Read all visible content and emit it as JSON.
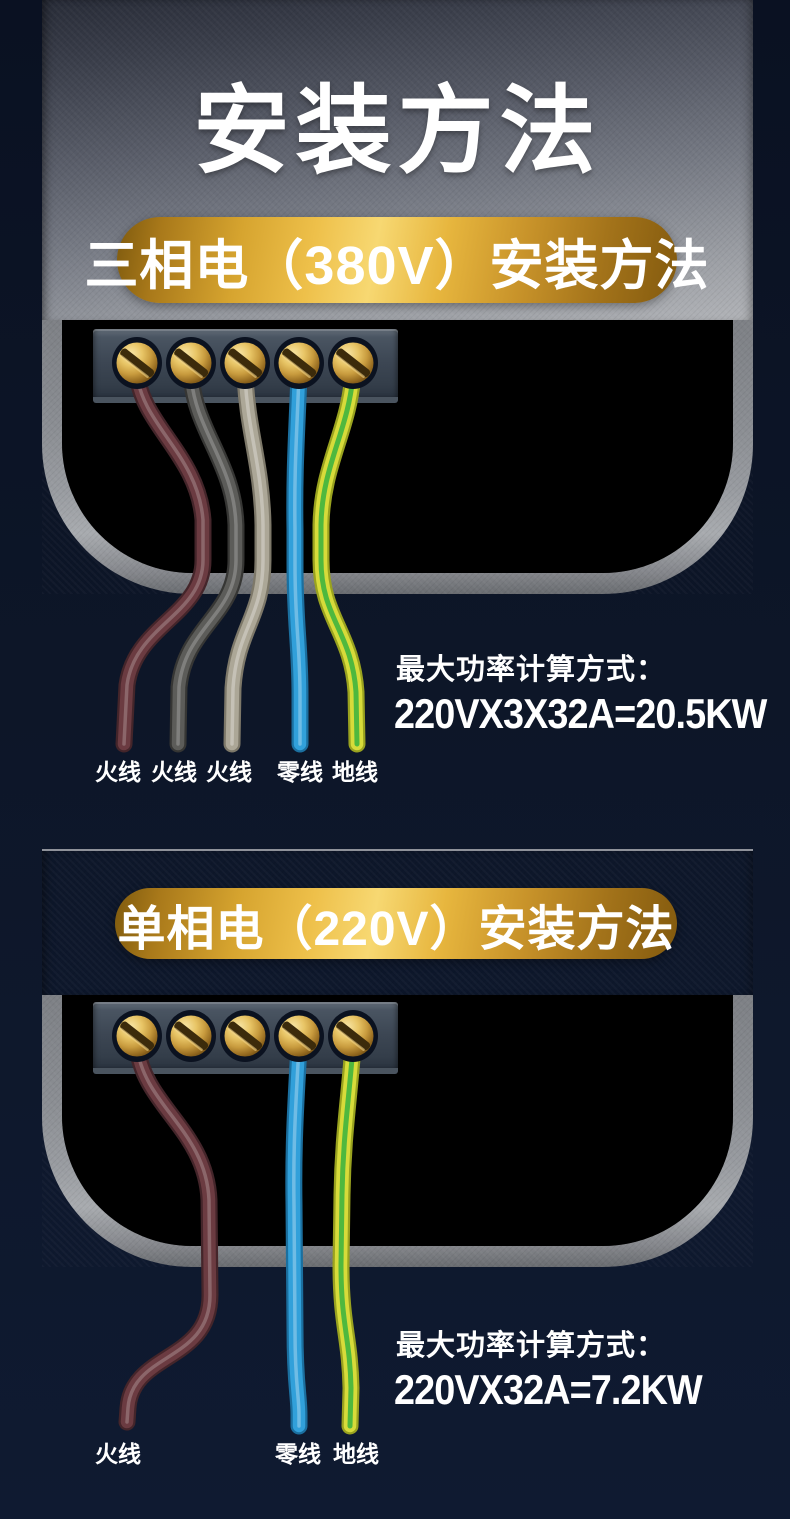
{
  "section1": {
    "title": "安装方法",
    "badge": "三相电（380V）安装方法",
    "power_label": "最大功率计算方式：",
    "power_formula": "220VX3X32A=20.5KW",
    "wire_labels": [
      "火线",
      "火线",
      "火线",
      "零线",
      "地线"
    ]
  },
  "section2": {
    "badge": "单相电（220V）安装方法",
    "power_label": "最大功率计算方式：",
    "power_formula": "220VX32A=7.2KW",
    "wire_labels": [
      "火线",
      "零线",
      "地线"
    ]
  },
  "colors": {
    "background_navy": "#0d1628",
    "metal_silver": "#9a9da2",
    "badge_gold_light": "#f7d872",
    "badge_gold_dark": "#835a0e",
    "text_white": "#ffffff",
    "wire_live_brown": "#6b3b41",
    "wire_live_brown_dark": "#44252a",
    "wire_live_gray": "#5c5c59",
    "wire_live_gray_dark": "#363634",
    "wire_live_beige": "#aca797",
    "wire_live_beige_dark": "#7d7869",
    "wire_neutral_blue": "#31a0da",
    "wire_neutral_blue_dark": "#1b6f9f",
    "wire_ground_yellow": "#d7db3a",
    "wire_ground_yellow_dark": "#99a21f",
    "wire_ground_green": "#4fb83e",
    "screw_brass": "#e8c566",
    "terminal_slate": "#3c4653"
  }
}
